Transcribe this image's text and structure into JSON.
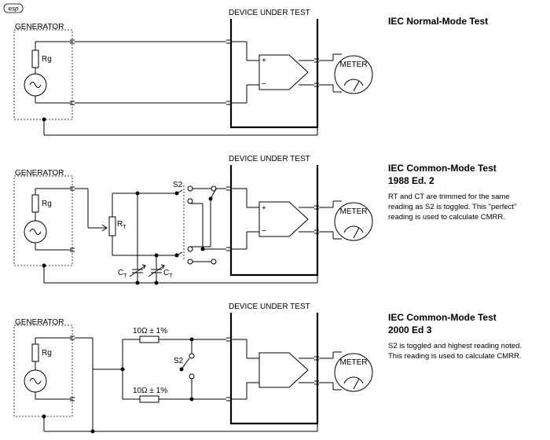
{
  "logo_text": "esp",
  "labels": {
    "generator": "GENERATOR",
    "rg": "Rg",
    "dut": "DEVICE UNDER TEST",
    "meter": "METER",
    "plus": "+",
    "minus": "−",
    "s2": "S2",
    "rt_main": "R",
    "rt_sub": "T",
    "ct_main": "C",
    "ct_sub": "T",
    "resistor_value": "10Ω ± 1%"
  },
  "sections": [
    {
      "title": "IEC Normal-Mode Test",
      "subtitle": "",
      "note": []
    },
    {
      "title": "IEC Common-Mode Test",
      "subtitle": "1988 Ed. 2",
      "note": [
        "RT and CT are trimmed for the same",
        "reading as S2 is toggled.  This \"perfect\"",
        "reading is used to calculate CMRR."
      ]
    },
    {
      "title": "IEC Common-Mode Test",
      "subtitle": "2000 Ed 3",
      "note": [
        "S2 is toggled and highest reading noted.",
        "This reading is used to calculate CMRR."
      ]
    }
  ]
}
